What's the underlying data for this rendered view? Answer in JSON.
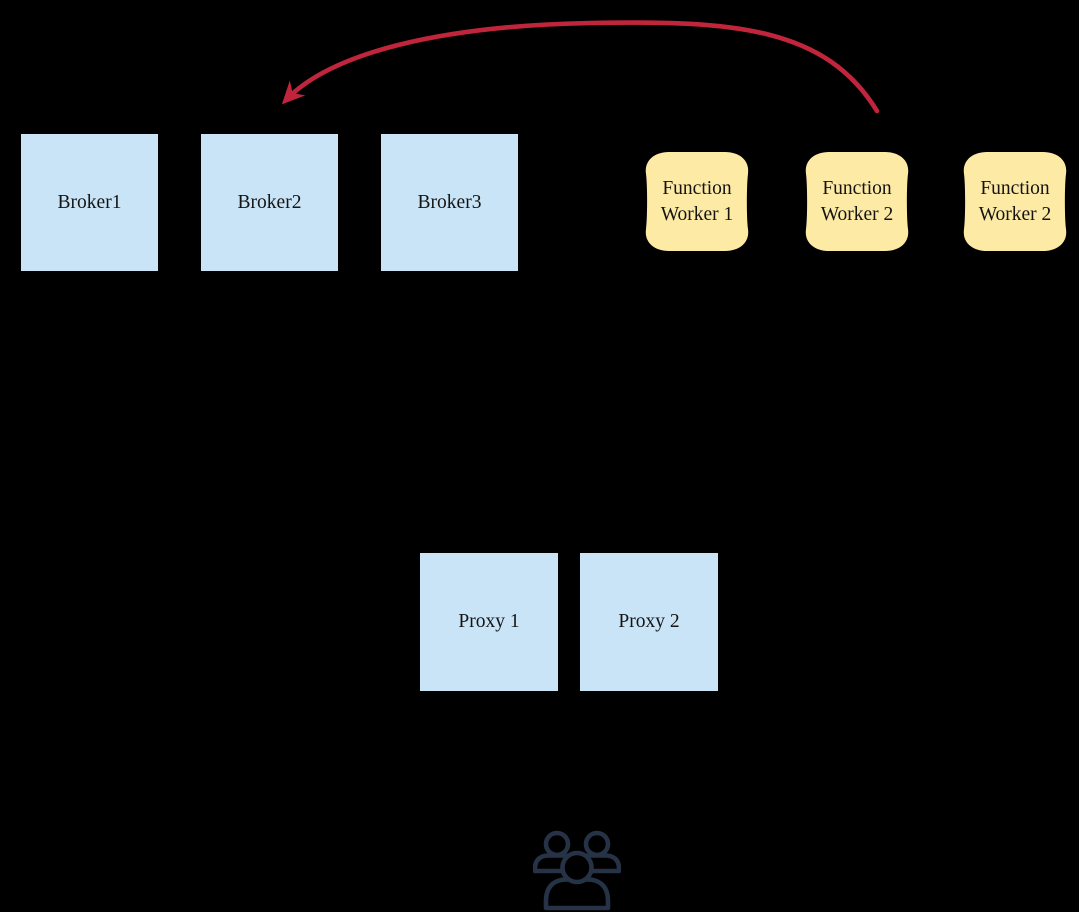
{
  "colors": {
    "background": "#000000",
    "broker_fill": "#c9e4f6",
    "worker_fill": "#fdeaa4",
    "text": "#141414",
    "arrow": "#c1253c",
    "users_icon": "#263246"
  },
  "diagram": {
    "brokers": [
      {
        "label": "Broker1"
      },
      {
        "label": "Broker2"
      },
      {
        "label": "Broker3"
      }
    ],
    "function_workers": [
      {
        "lines": [
          "Function",
          "Worker 1"
        ]
      },
      {
        "lines": [
          "Function",
          "Worker 2"
        ]
      },
      {
        "lines": [
          "Function",
          "Worker 2"
        ]
      }
    ],
    "proxies": [
      {
        "label": "Proxy 1"
      },
      {
        "label": "Proxy 2"
      }
    ],
    "arrow": {
      "description": "curved arrow from above Function Worker 2 to top of Broker2"
    },
    "icons": [
      {
        "name": "users-group-icon"
      }
    ]
  }
}
